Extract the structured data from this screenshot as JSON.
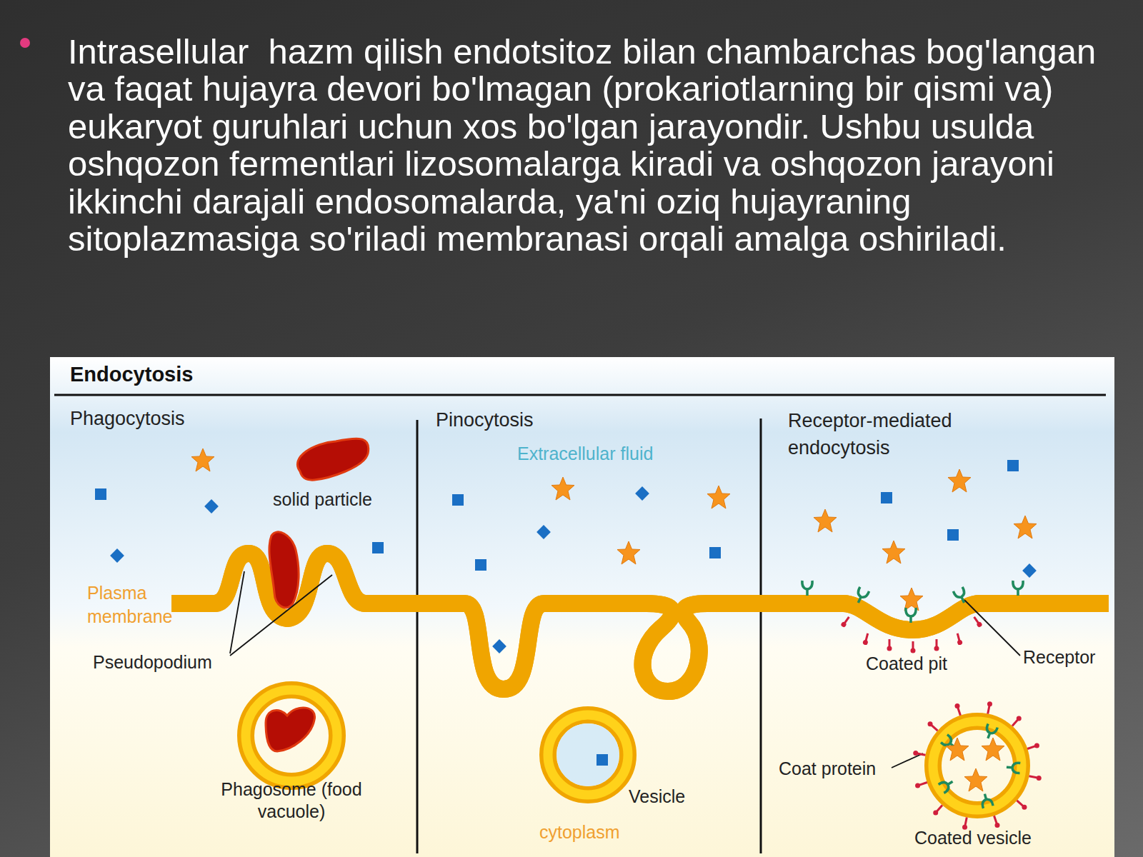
{
  "diagram": {
    "title": "Endocytosis",
    "nodes": [
      {
        "text": [
          "Phagocytosis"
        ]
      },
      {
        "text": [
          "Pinocytosis"
        ]
      },
      {
        "text": [
          "Receptor-mediated endocytosis"
        ]
      }
    ],
    "labels": [
      "Intrasellular  hazm qilish endotsitoz bilan chambarchas bog'langan va faqat hujayra devori bo'lmagan (prokariotlarning bir qismi va) eukaryot guruhlari uchun xos bo'lgan jarayondir. Ushbu usulda oshqozon fermentlari lizosomalarga kiradi va oshqozon jarayoni ikkinchi darajali endosomalarda, ya'ni oziq hujayraning sitoplazmasiga so'riladi membranasi orqali amalga oshiriladi.",
      "solid particle",
      "Plasma membrane",
      "Pseudopodium",
      "Phagosome (food vacuole)",
      "Extracellular fluid",
      "Vesicle",
      "cytoplasm",
      "Coated pit",
      "Receptor",
      "Coat protein",
      "Coated vesicle"
    ]
  }
}
